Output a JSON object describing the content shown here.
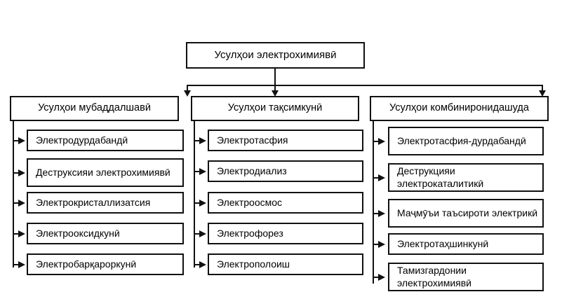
{
  "diagram": {
    "type": "hierarchy-tree",
    "root": {
      "label": "Усулҳои электрохимиявӣ"
    },
    "branches": [
      {
        "header": "Усулҳои мубаддалшавӣ",
        "items": [
          "Электродурдабандӣ",
          "Деструксияи электрохимиявӣ",
          "Электрокристаллизатсия",
          "Электрооксидкунӣ",
          "Электробарқароркунӣ"
        ]
      },
      {
        "header": "Усулҳои тақсимкунӣ",
        "items": [
          "Электротасфия",
          "Электродиализ",
          "Электроосмос",
          "Электрофорез",
          "Электрополоиш"
        ]
      },
      {
        "header": "Усулҳои комбиниронидашуда",
        "items": [
          "Электротасфия-дурдабандӣ",
          "Деструкцияи электрокаталитикӣ",
          "Маҷмӯъи таъсироти электрикӣ",
          "Электротаҳшинкунӣ",
          "Тамизгардонии электрохимиявӣ"
        ]
      }
    ],
    "colors": {
      "stroke": "#111111",
      "background": "#ffffff",
      "text": "#000000"
    }
  }
}
